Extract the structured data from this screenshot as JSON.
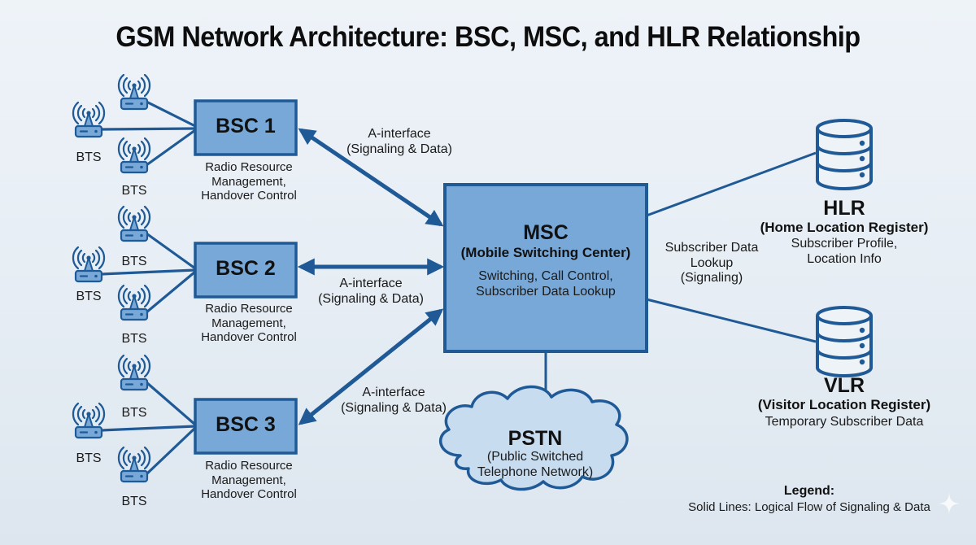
{
  "title": "GSM Network Architecture: BSC, MSC, and HLR Relationship",
  "colors": {
    "line": "#1f5a96",
    "box_fill": "#78a8d8",
    "box_stroke": "#1f5a96",
    "cloud_fill": "#c8dcf0",
    "background": "#e9eff5"
  },
  "bts": {
    "label": "BTS",
    "icon": "radio-tower-icon"
  },
  "bscs": [
    {
      "name": "BSC 1",
      "description_line1": "Radio Resource",
      "description_line2": "Management,",
      "description_line3": "Handover Control",
      "interface_line1": "A-interface",
      "interface_line2": "(Signaling & Data)"
    },
    {
      "name": "BSC 2",
      "description_line1": "Radio Resource",
      "description_line2": "Management,",
      "description_line3": "Handover Control",
      "interface_line1": "A-interface",
      "interface_line2": "(Signaling & Data)"
    },
    {
      "name": "BSC 3",
      "description_line1": "Radio Resource",
      "description_line2": "Management,",
      "description_line3": "Handover Control",
      "interface_line1": "A-interface",
      "interface_line2": "(Signaling & Data)"
    }
  ],
  "msc": {
    "name": "MSC",
    "full_name": "(Mobile Switching Center)",
    "description_line1": "Switching, Call Control,",
    "description_line2": "Subscriber Data Lookup"
  },
  "hlr": {
    "name": "HLR",
    "full_name": "(Home Location Register)",
    "description_line1": "Subscriber Profile,",
    "description_line2": "Location Info",
    "icon": "database-icon"
  },
  "vlr": {
    "name": "VLR",
    "full_name": "(Visitor Location Register)",
    "description_line1": "Temporary Subscriber Data",
    "icon": "database-icon"
  },
  "subscriber_lookup": {
    "line1": "Subscriber Data",
    "line2": "Lookup",
    "line3": "(Signaling)"
  },
  "pstn": {
    "name": "PSTN",
    "line1": "(Public Switched",
    "line2": "Telephone Network)",
    "icon": "cloud-icon"
  },
  "legend": {
    "title": "Legend:",
    "description": "Solid Lines: Logical Flow of Signaling & Data"
  }
}
